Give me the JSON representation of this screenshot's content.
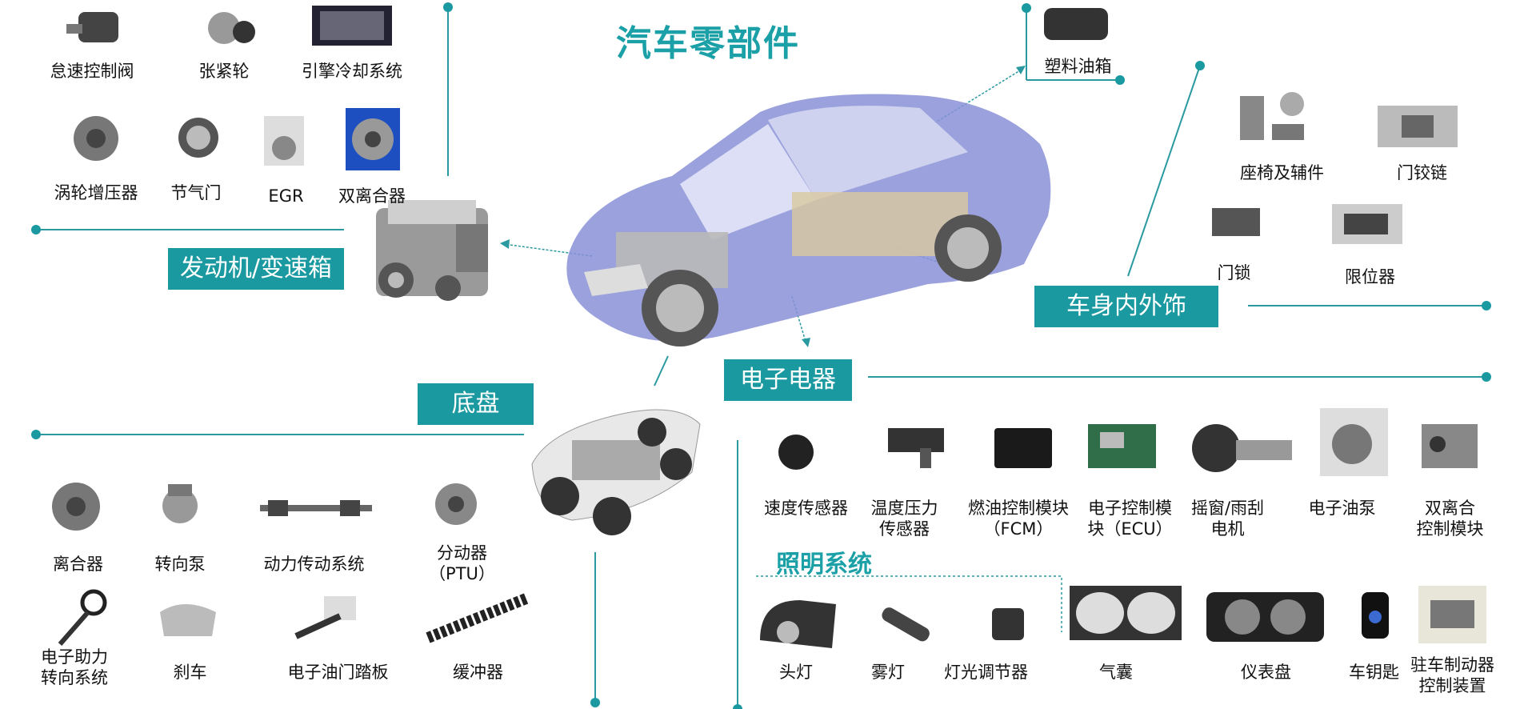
{
  "title": "汽车零部件",
  "colors": {
    "teal": "#1a9aa0",
    "title": "#1aa0a6",
    "car_body": "#6c74c8",
    "line": "#2a9aa0"
  },
  "categories": {
    "engine": "发动机/变速箱",
    "body": "车身内外饰",
    "electrical": "电子电器",
    "chassis": "底盘",
    "lighting": "照明系统"
  },
  "engine_parts": [
    {
      "label": "怠速控制阀",
      "icon": "idle-valve-icon"
    },
    {
      "label": "张紧轮",
      "icon": "tensioner-icon"
    },
    {
      "label": "引擎冷却系统",
      "icon": "radiator-icon"
    },
    {
      "label": "涡轮增压器",
      "icon": "turbo-icon"
    },
    {
      "label": "节气门",
      "icon": "throttle-icon"
    },
    {
      "label": "EGR",
      "icon": "egr-icon"
    },
    {
      "label": "双离合器",
      "icon": "dual-clutch-icon"
    }
  ],
  "fuel_tank": "塑料油箱",
  "body_parts": [
    {
      "label": "座椅及辅件",
      "icon": "seat-frame-icon"
    },
    {
      "label": "门铰链",
      "icon": "hinge-icon"
    },
    {
      "label": "门锁",
      "icon": "door-lock-icon"
    },
    {
      "label": "限位器",
      "icon": "door-stopper-icon"
    }
  ],
  "electrical_parts": [
    {
      "label": "速度传感器",
      "icon": "speed-sensor-icon"
    },
    {
      "label": "温度压力\n传感器",
      "icon": "temp-pressure-sensor-icon"
    },
    {
      "label": "燃油控制模块\n（FCM）",
      "icon": "fcm-icon"
    },
    {
      "label": "电子控制模\n块（ECU）",
      "icon": "ecu-icon"
    },
    {
      "label": "摇窗/雨刮\n电机",
      "icon": "window-motor-icon"
    },
    {
      "label": "电子油泵",
      "icon": "oil-pump-icon"
    },
    {
      "label": "双离合\n控制模块",
      "icon": "dct-module-icon"
    }
  ],
  "lighting_parts": [
    {
      "label": "头灯",
      "icon": "headlamp-icon"
    },
    {
      "label": "雾灯",
      "icon": "fog-lamp-icon"
    },
    {
      "label": "灯光调节器",
      "icon": "light-adjuster-icon"
    }
  ],
  "other_electrical": [
    {
      "label": "气囊",
      "icon": "airbag-icon"
    },
    {
      "label": "仪表盘",
      "icon": "dashboard-icon"
    },
    {
      "label": "车钥匙",
      "icon": "car-key-icon"
    },
    {
      "label": "驻车制动器\n控制装置",
      "icon": "parking-brake-icon"
    }
  ],
  "chassis_parts": [
    {
      "label": "离合器",
      "icon": "clutch-icon"
    },
    {
      "label": "转向泵",
      "icon": "steering-pump-icon"
    },
    {
      "label": "动力传动系统",
      "icon": "drive-shaft-icon"
    },
    {
      "label": "分动器\n（PTU）",
      "icon": "ptu-icon"
    },
    {
      "label": "电子助力\n转向系统",
      "icon": "eps-icon"
    },
    {
      "label": "刹车",
      "icon": "brake-caliper-icon"
    },
    {
      "label": "电子油门踏板",
      "icon": "pedal-icon"
    },
    {
      "label": "缓冲器",
      "icon": "shock-absorber-icon"
    }
  ]
}
